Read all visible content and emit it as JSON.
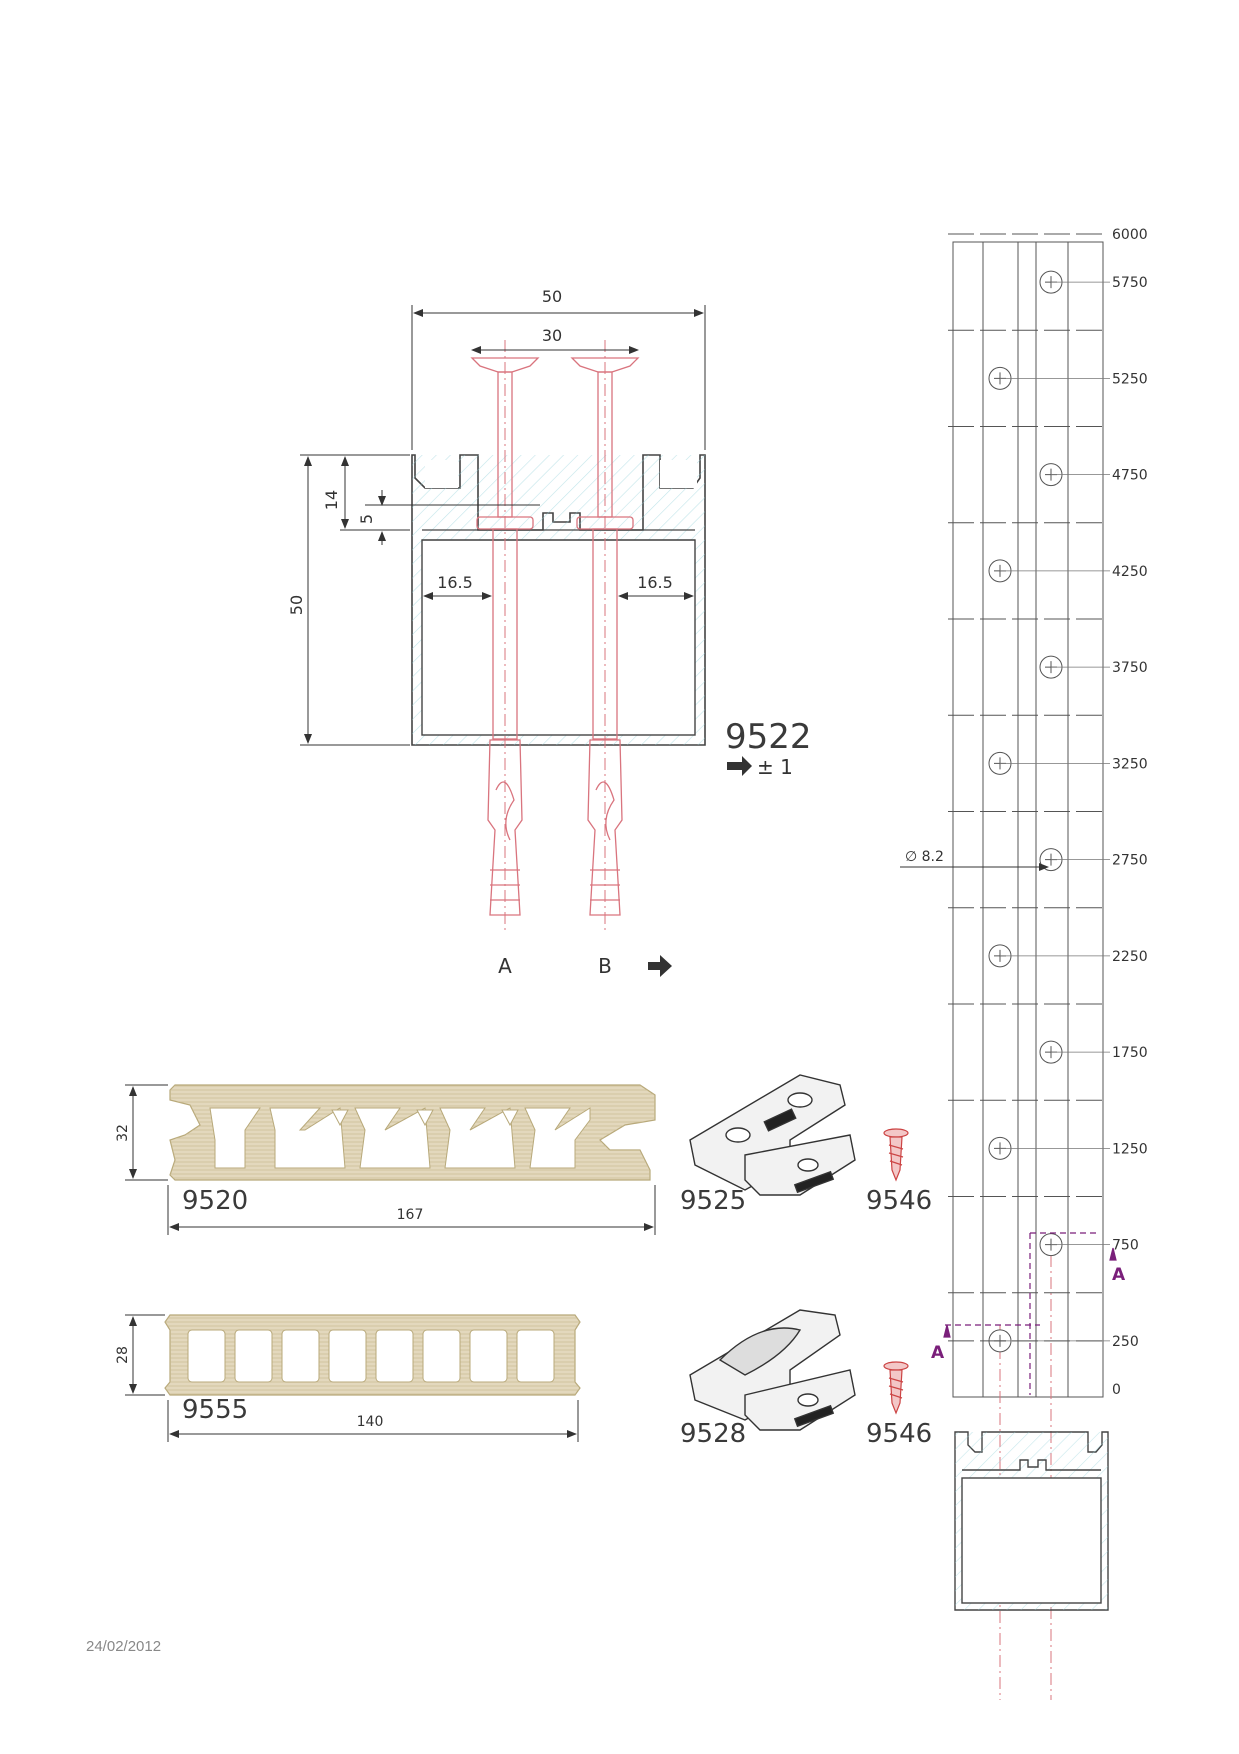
{
  "profile_9522": {
    "code": "9522",
    "tolerance": "± 1",
    "dims": {
      "width_outer": "50",
      "width_inner": "30",
      "height": "50",
      "top_gap": "14",
      "slot": "5",
      "left_offset": "16.5",
      "right_offset": "16.5"
    },
    "section_a": "A",
    "section_b": "B"
  },
  "board_9520": {
    "code": "9520",
    "height": "32",
    "width": "167"
  },
  "board_9555": {
    "code": "9555",
    "height": "28",
    "width": "140"
  },
  "clip_9525": {
    "code": "9525",
    "screw": "9546"
  },
  "clip_9528": {
    "code": "9528",
    "screw": "9546"
  },
  "rail": {
    "marks": [
      "6000",
      "5750",
      "5250",
      "4750",
      "4250",
      "3750",
      "3250",
      "2750",
      "2250",
      "1750",
      "1250",
      "750",
      "250",
      "0"
    ],
    "hole_diameter": "∅ 8.2",
    "section_marks": [
      "A",
      "A"
    ]
  },
  "date": "24/02/2012",
  "colors": {
    "line": "#444444",
    "fastener": "#d9747e",
    "hatch": "#8fd0d8",
    "board": "#e3d8bd",
    "section": "#7a1f7a"
  }
}
